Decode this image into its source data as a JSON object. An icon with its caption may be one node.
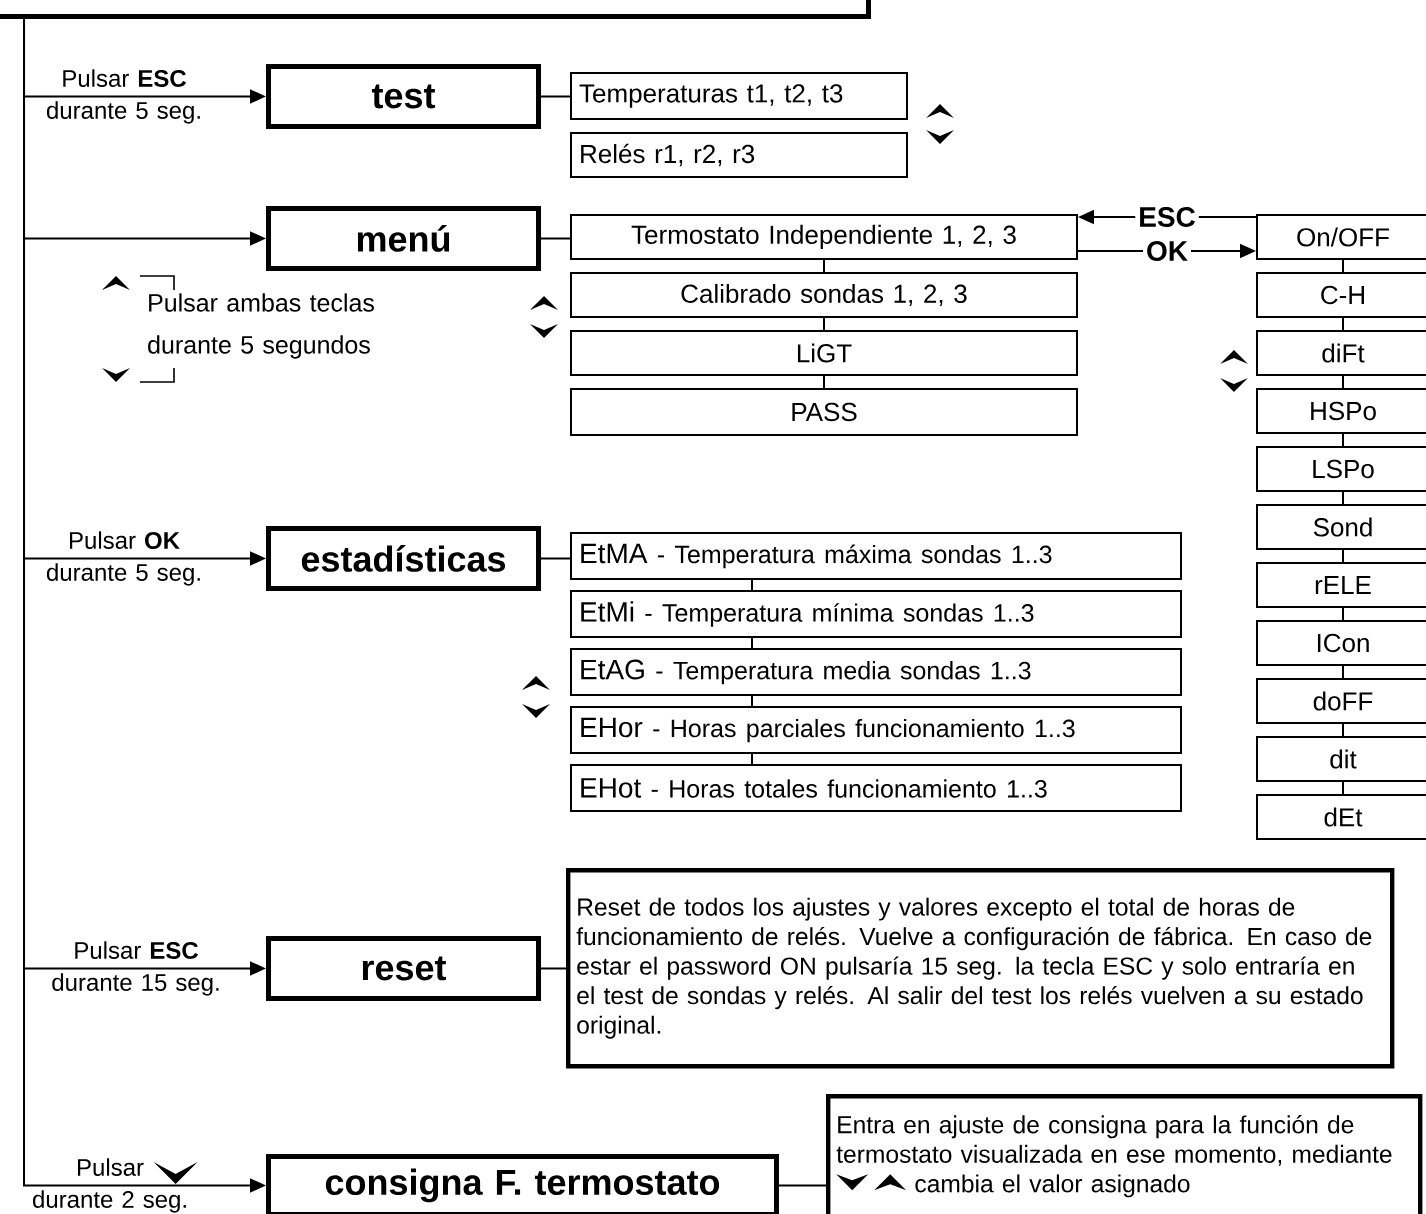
{
  "diagram": {
    "nodes": [
      {
        "text": [],
        "shape": "box"
      },
      {
        "text": [
          "test"
        ]
      },
      {
        "text": [
          "Temperaturas t1, t2, t3"
        ]
      },
      {
        "text": [
          "Relés r1, r2, r3"
        ]
      },
      {
        "text": [
          "menú"
        ]
      },
      {
        "text": [
          "Termostato Independiente 1, 2, 3"
        ]
      },
      {
        "text": [
          "Calibrado sondas 1, 2, 3"
        ]
      },
      {
        "text": [
          "LiGT"
        ]
      },
      {
        "text": [
          "PASS"
        ]
      },
      {
        "text": [
          "estadísticas"
        ]
      },
      {
        "text": [
          "EtMA",
          "- Temperatura máxima sondas 1..3"
        ]
      },
      {
        "text": [
          "EtMi",
          "- Temperatura mínima sondas 1..3"
        ]
      },
      {
        "text": [
          "EtAG",
          "- Temperatura media sondas 1..3"
        ]
      },
      {
        "text": [
          "EHor",
          "- Horas parciales funcionamiento 1..3"
        ]
      },
      {
        "text": [
          "EHot",
          "- Horas totales funcionamiento 1..3"
        ]
      },
      {
        "text": [
          "reset"
        ]
      },
      {
        "text": [
          "Reset de todos los ajustes y valores excepto el total de horas de funcionamiento de relés. Vuelve a configuración de fábrica. En caso de estar el password ON pulsaría 15 seg. la tecla ESC y solo entraría en el test de sondas y relés. Al salir del test los relés vuelven a su estado original."
        ]
      },
      {
        "text": [
          "consigna F. termostato"
        ]
      },
      {
        "text": [
          "Entra en ajuste de consigna para la función de termostato visualizada en ese momento, mediante",
          "cambia el valor asignado"
        ]
      },
      {
        "text": [
          "On/OFF"
        ]
      },
      {
        "text": [
          "C-H"
        ]
      },
      {
        "text": [
          "diFt"
        ]
      },
      {
        "text": [
          "HSPo"
        ]
      },
      {
        "text": [
          "LSPo"
        ]
      },
      {
        "text": [
          "Sond"
        ]
      },
      {
        "text": [
          "rELE"
        ]
      },
      {
        "text": [
          "ICon"
        ]
      },
      {
        "text": [
          "doFF"
        ]
      },
      {
        "text": [
          "dit"
        ]
      },
      {
        "text": [
          "dEt"
        ]
      }
    ],
    "edges": [
      {
        "from": 0,
        "to": 1,
        "arrow": "to",
        "label": "Pulsar **ESC** durante 5 seg."
      },
      {
        "from": 0,
        "to": 4,
        "arrow": "to"
      },
      {
        "from": 0,
        "to": 9,
        "arrow": "to",
        "label": "Pulsar **OK** durante 5 seg."
      },
      {
        "from": 0,
        "to": 15,
        "arrow": "to",
        "label": "Pulsar **ESC** durante 15 seg."
      },
      {
        "from": 0,
        "to": 17,
        "arrow": "to",
        "label": "Pulsar durante 2 seg."
      },
      {
        "from": 1,
        "to": 2,
        "arrow": "none"
      },
      {
        "from": 4,
        "to": 5,
        "arrow": "none"
      },
      {
        "from": 5,
        "to": 6,
        "arrow": "none"
      },
      {
        "from": 6,
        "to": 7,
        "arrow": "none"
      },
      {
        "from": 7,
        "to": 8,
        "arrow": "none"
      },
      {
        "from": 19,
        "to": 5,
        "arrow": "to",
        "label": "ESC"
      },
      {
        "from": 5,
        "to": 19,
        "arrow": "to",
        "label": "OK"
      },
      {
        "from": 19,
        "to": 20,
        "arrow": "none"
      },
      {
        "from": 20,
        "to": 21,
        "arrow": "none"
      },
      {
        "from": 21,
        "to": 22,
        "arrow": "none"
      },
      {
        "from": 22,
        "to": 23,
        "arrow": "none"
      },
      {
        "from": 23,
        "to": 24,
        "arrow": "none"
      },
      {
        "from": 24,
        "to": 25,
        "arrow": "none"
      },
      {
        "from": 25,
        "to": 26,
        "arrow": "none"
      },
      {
        "from": 26,
        "to": 27,
        "arrow": "none"
      },
      {
        "from": 27,
        "to": 28,
        "arrow": "none"
      },
      {
        "from": 28,
        "to": 29,
        "arrow": "none"
      },
      {
        "from": 9,
        "to": 10,
        "arrow": "none"
      },
      {
        "from": 10,
        "to": 11,
        "arrow": "none"
      },
      {
        "from": 11,
        "to": 12,
        "arrow": "none"
      },
      {
        "from": 12,
        "to": 13,
        "arrow": "none"
      },
      {
        "from": 13,
        "to": 14,
        "arrow": "none"
      },
      {
        "from": 15,
        "to": 16,
        "arrow": "none"
      },
      {
        "from": 17,
        "to": 18,
        "arrow": "none"
      }
    ],
    "labels": [
      "Pulsar ambas teclas durante 5 segundos"
    ]
  }
}
